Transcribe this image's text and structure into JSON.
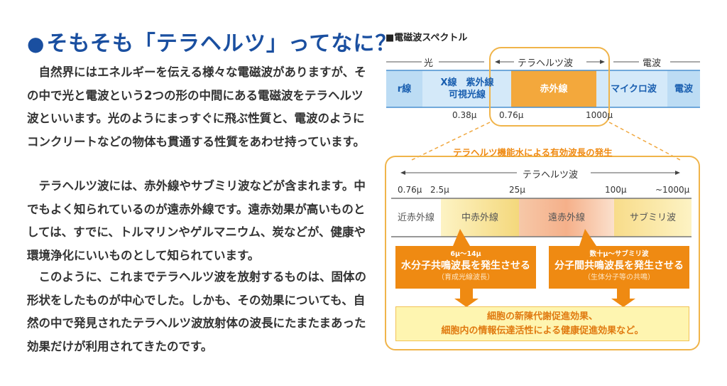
{
  "article": {
    "title_mark": "●",
    "title": "そもそも「テラヘルツ」ってなに？",
    "paragraphs": [
      "自然界にはエネルギーを伝える様々な電磁波がありますが、その中で光と電波という2つの形の中間にある電磁波をテラヘルツ波といいます。光のようにまっすぐに飛ぶ性質と、電波のようにコンクリートなどの物体も貫通する性質をあわせ持っています。",
      "テラヘルツ波には、赤外線やサブミリ波などが含まれます。中でもよく知られているのが遠赤外線です。遠赤効果が高いものとしては、すでに、トルマリンやゲルマニウム、炭などが、健康や環境浄化にいいものとして知られています。",
      "このように、これまでテラヘルツ波を放射するものは、固体の形状をしたものが中心でした。しかも、その効果についても、自然の中で発見されたテラヘルツ波放射体の波長にたまたまあった効果だけが利用されてきたのです。"
    ]
  },
  "spectrum": {
    "title": "■電磁波スペクトル",
    "range_light": "光",
    "range_thz": "テラヘルツ波",
    "range_radio": "電波",
    "bands": [
      "r線",
      "X線　紫外線\n可視光線",
      "赤外線",
      "マイクロ波",
      "電波"
    ],
    "ticks": [
      "0.38μ",
      "0.76μ",
      "1000μ"
    ]
  },
  "detail": {
    "title": "テラヘルツ機能水による有効波長の発生",
    "range_label": "テラヘルツ波",
    "ticks": [
      "0.76μ",
      "2.5μ",
      "25μ",
      "100μ",
      "~1000μ"
    ],
    "bands": [
      "近赤外線",
      "中赤外線",
      "遠赤外線",
      "サブミリ波"
    ],
    "box_left": {
      "small": "6μ～14μ",
      "main": "水分子共鳴波長を発生させる",
      "note": "（育成光線波長）"
    },
    "box_right": {
      "small": "数十μ～サブミリ波",
      "main": "分子間共鳴波長を発生させる",
      "note": "（生体分子等の共鳴）"
    },
    "effect": "細胞の新陳代謝促進効果、\n細胞内の情報伝達活性による健康促進効果など。"
  },
  "colors": {
    "title_blue": "#1a4fa0",
    "orange": "#ef8a12",
    "light_blue": "#d4e9f9",
    "yellow": "#fef5b0"
  }
}
